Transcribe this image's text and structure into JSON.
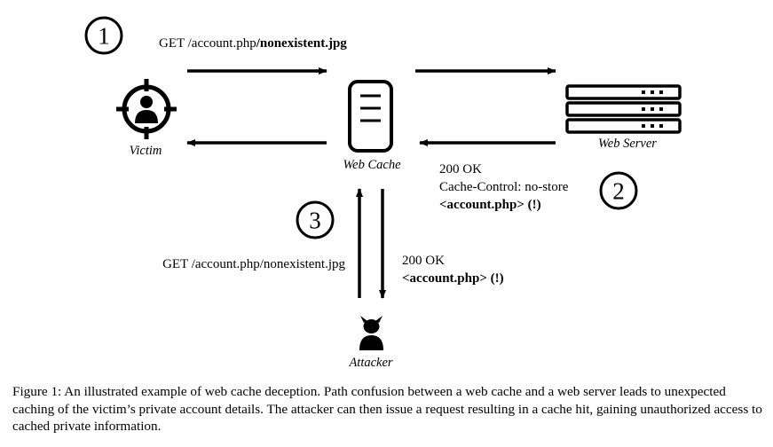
{
  "nodes": {
    "victim": "Victim",
    "web_cache": "Web Cache",
    "web_server": "Web Server",
    "attacker": "Attacker"
  },
  "steps": {
    "one": "1",
    "two": "2",
    "three": "3"
  },
  "messages": {
    "victim_request_prefix": "GET /account.php",
    "victim_request_suffix": "/nonexistent.jpg",
    "server_status": "200 OK",
    "server_header": "Cache-Control: no-store",
    "server_body": "<account.php>",
    "server_flag": "(!)",
    "attacker_request": "GET /account.php/nonexistent.jpg",
    "cache_status": "200 OK",
    "cache_body": "<account.php>",
    "cache_flag": "(!)"
  },
  "icons": {
    "victim": "target-person-icon",
    "web_cache": "document-icon",
    "web_server": "server-rack-icon",
    "attacker": "horned-person-icon"
  },
  "caption": "Figure 1: An illustrated example of web cache deception. Path confusion between a web cache and a web server leads to unexpected caching of the victim’s private account details. The attacker can then issue a request resulting in a cache hit, gaining unauthorized access to cached private information."
}
